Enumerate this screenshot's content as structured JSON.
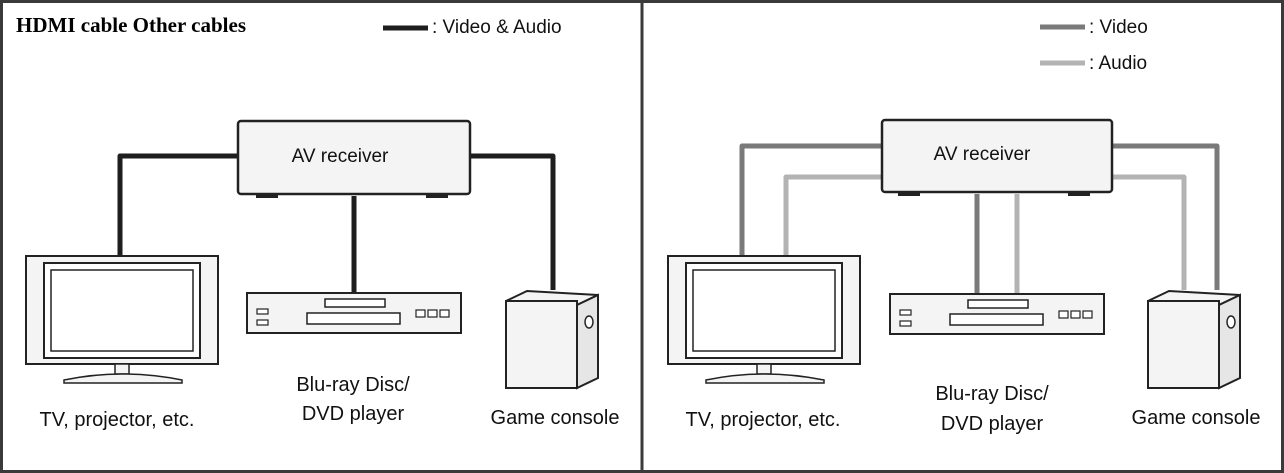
{
  "titles": {
    "left": "HDMI cable Other cables"
  },
  "legend": {
    "video_audio": ": Video & Audio",
    "video": ": Video",
    "audio": ": Audio"
  },
  "labels": {
    "av_receiver": "AV receiver",
    "tv": "TV, projector, etc.",
    "bluray_line1": "Blu-ray Disc/",
    "bluray_line2": "DVD player",
    "game": "Game console"
  },
  "colors": {
    "hdmi_cable": "#1e1e1e",
    "video_cable": "#7a7a7a",
    "audio_cable": "#b3b3b3",
    "device_outline": "#222222",
    "device_fill": "#f4f4f4"
  }
}
